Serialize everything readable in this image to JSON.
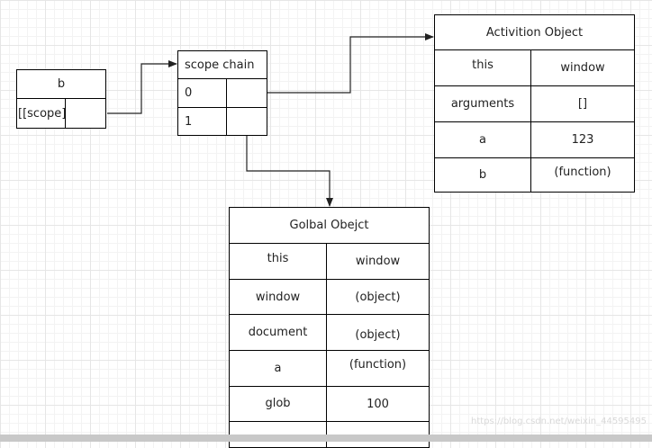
{
  "b_box": {
    "title": "b",
    "scope_label": "[[scope]]"
  },
  "scope_chain_box": {
    "title": "scope chain",
    "rows": [
      "0",
      "1"
    ]
  },
  "activation_object": {
    "title": "Activition Object",
    "rows": [
      {
        "key": "this",
        "value": "window"
      },
      {
        "key": "arguments",
        "value": "[]"
      },
      {
        "key": "a",
        "value": "123"
      },
      {
        "key": "b",
        "value": "(function)"
      }
    ]
  },
  "global_object": {
    "title": "Golbal Obejct",
    "rows": [
      {
        "key": "this",
        "value": "window"
      },
      {
        "key": "window",
        "value": "(object)"
      },
      {
        "key": "document",
        "value": "(object)"
      },
      {
        "key": "a",
        "value": "(function)"
      },
      {
        "key": "glob",
        "value": "100"
      },
      {
        "key": "",
        "value": ""
      }
    ]
  },
  "watermark": "https://blog.csdn.net/weixin_44595495"
}
